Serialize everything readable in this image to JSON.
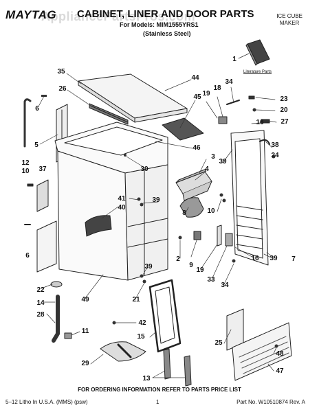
{
  "header": {
    "brand": "MAYTAG",
    "title": "CABINET, LINER AND DOOR PARTS",
    "models": "For Models: MIM1555YRS1",
    "variant": "(Stainless Steel)",
    "product_line1": "ICE CUBE",
    "product_line2": "MAKER",
    "watermark": "AppliancePartsPros.com"
  },
  "literature_label": "Literature Parts",
  "callouts": [
    {
      "text": "1"
    },
    {
      "text": "35"
    },
    {
      "text": "44"
    },
    {
      "text": "26"
    },
    {
      "text": "6"
    },
    {
      "text": "45"
    },
    {
      "text": "5"
    },
    {
      "text": "12"
    },
    {
      "text": "10"
    },
    {
      "text": "37"
    },
    {
      "text": "46"
    },
    {
      "text": "30"
    },
    {
      "text": "3"
    },
    {
      "text": "4"
    },
    {
      "text": "41"
    },
    {
      "text": "40"
    },
    {
      "text": "39"
    },
    {
      "text": "8"
    },
    {
      "text": "10"
    },
    {
      "text": "6"
    },
    {
      "text": "19"
    },
    {
      "text": "18"
    },
    {
      "text": "34"
    },
    {
      "text": "23"
    },
    {
      "text": "20"
    },
    {
      "text": "16"
    },
    {
      "text": "27"
    },
    {
      "text": "38"
    },
    {
      "text": "24"
    },
    {
      "text": "39"
    },
    {
      "text": "2"
    },
    {
      "text": "9"
    },
    {
      "text": "19"
    },
    {
      "text": "16"
    },
    {
      "text": "39"
    },
    {
      "text": "7"
    },
    {
      "text": "33"
    },
    {
      "text": "34"
    },
    {
      "text": "39"
    },
    {
      "text": "22"
    },
    {
      "text": "49"
    },
    {
      "text": "14"
    },
    {
      "text": "21"
    },
    {
      "text": "28"
    },
    {
      "text": "42"
    },
    {
      "text": "11"
    },
    {
      "text": "15"
    },
    {
      "text": "29"
    },
    {
      "text": "25"
    },
    {
      "text": "48"
    },
    {
      "text": "47"
    },
    {
      "text": "13"
    }
  ],
  "footer": {
    "note": "FOR ORDERING INFORMATION REFER TO PARTS PRICE LIST",
    "left": "5–12 Litho In U.S.A. (MMS) (psw)",
    "page": "1",
    "right": "Part No. W10510874 Rev. A"
  }
}
